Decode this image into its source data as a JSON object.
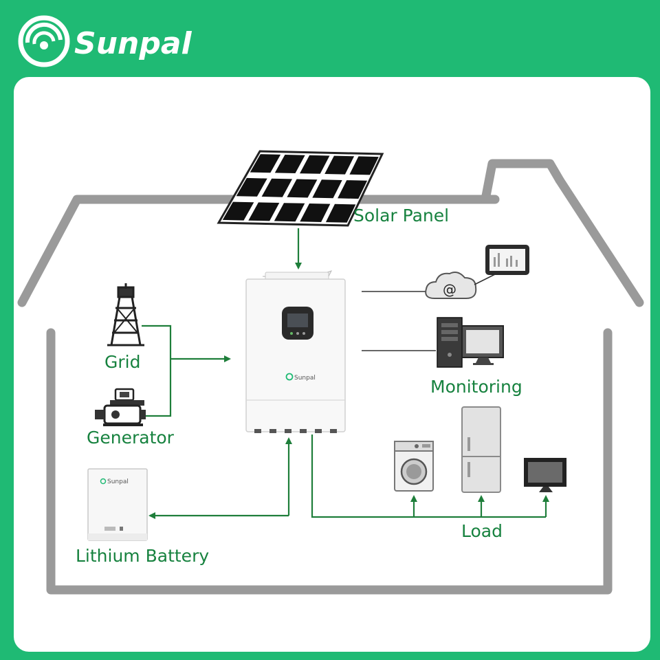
{
  "brand": {
    "name": "Sunpal"
  },
  "labels": {
    "solar_panel": "Solar Panel",
    "grid": "Grid",
    "generator": "Generator",
    "monitoring": "Monitoring",
    "lithium_battery": "Lithium Battery",
    "load": "Load"
  },
  "inverter": {
    "logo_text": "Sunpal"
  },
  "battery": {
    "logo_text": "Sunpal"
  },
  "cloud": {
    "symbol": "@"
  },
  "colors": {
    "background": "#1fba74",
    "panel": "#ffffff",
    "house_outline": "#9a9a9a",
    "label": "#17823f",
    "flow_line": "#1e7e3a"
  }
}
